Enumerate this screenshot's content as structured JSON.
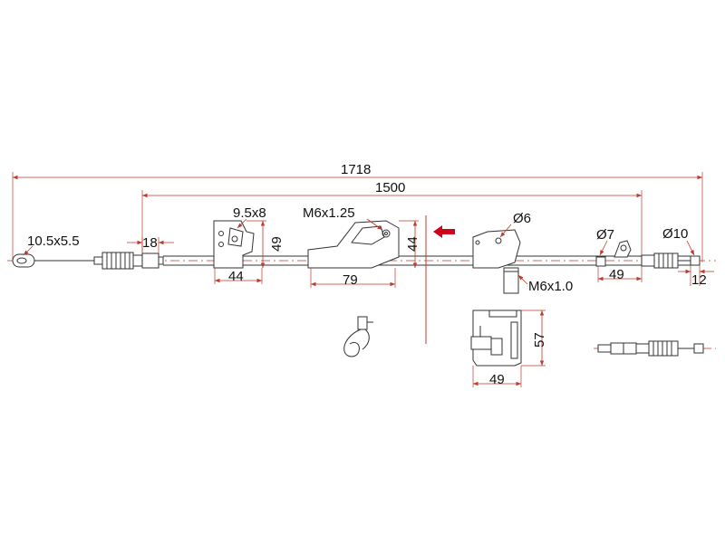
{
  "drawing": {
    "dimensions": {
      "overall_length": "1718",
      "inner_length": "1500",
      "eye_size": "10.5x5.5",
      "boot_length": "18",
      "bracket1_slot": "9.5x8",
      "bracket1_height": "49",
      "bracket1_width": "44",
      "bracket2_thread": "M6x1.25",
      "bracket2_height": "44",
      "bracket2_width": "79",
      "bracket3_hole": "Ø6",
      "bracket3_thread": "M6x1.0",
      "grommet_dia": "Ø7",
      "grommet_length": "49",
      "end_dia": "Ø10",
      "end_length": "12",
      "detail_height": "57",
      "detail_width": "49"
    },
    "colors": {
      "dimension": "#c0392b",
      "arrow": "#d0021b",
      "outline": "#333333"
    }
  }
}
